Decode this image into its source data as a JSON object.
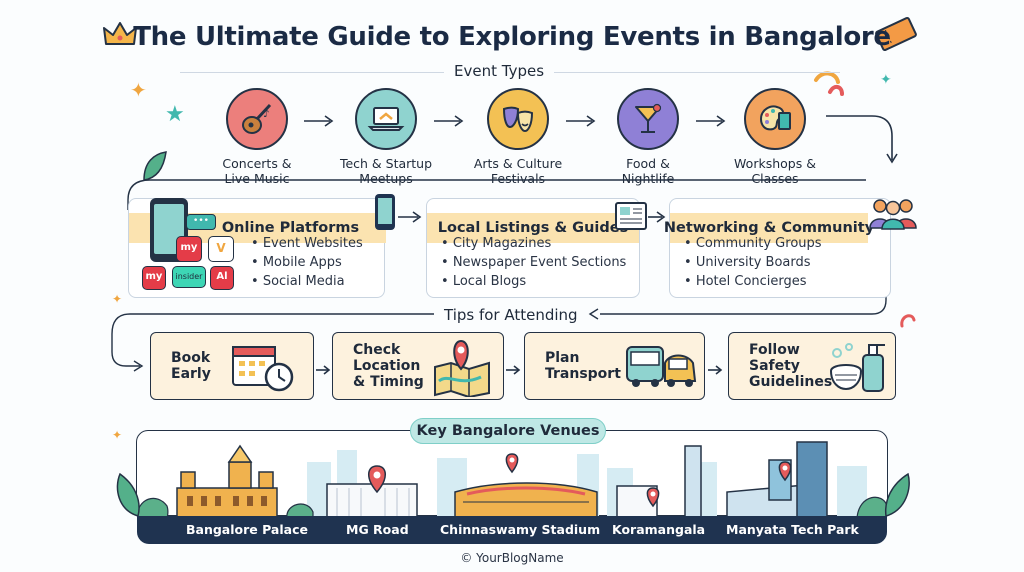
{
  "title": "The Ultimate Guide to Exploring Events in Bangalore",
  "event_types": {
    "heading": "Event Types",
    "items": [
      {
        "label": "Concerts & Live Music",
        "icon": "guitar-icon",
        "color": "#ec7f7c"
      },
      {
        "label": "Tech & Startup Meetups",
        "icon": "laptop-handshake-icon",
        "color": "#8fd3cf"
      },
      {
        "label": "Arts & Culture Festivals",
        "icon": "theatre-masks-icon",
        "color": "#f3c154"
      },
      {
        "label": "Food & Nightlife",
        "icon": "cocktail-icon",
        "color": "#8f80d6"
      },
      {
        "label": "Workshops & Classes",
        "icon": "palette-book-icon",
        "color": "#f2a35e"
      }
    ]
  },
  "sources": [
    {
      "heading": "Online Platforms",
      "icon": "smartphone-icon",
      "items": [
        "Event Websites",
        "Mobile Apps",
        "Social Media"
      ],
      "app_tiles": [
        {
          "text": "my",
          "color": "#e43c48"
        },
        {
          "text": "V",
          "color": "#ffffff"
        },
        {
          "text": "insider",
          "color": "#3dd6b5"
        },
        {
          "text": "my",
          "color": "#e43c48"
        },
        {
          "text": "Al",
          "color": "#e43c48"
        }
      ]
    },
    {
      "heading": "Local Listings & Guides",
      "icon": "newspaper-icon",
      "items": [
        "City Magazines",
        "Newspaper Event Sections",
        "Local Blogs"
      ]
    },
    {
      "heading": "Networking & Community",
      "icon": "people-group-icon",
      "items": [
        "Community Groups",
        "University Boards",
        "Hotel Concierges"
      ]
    }
  ],
  "tips": {
    "heading": "Tips for Attending",
    "items": [
      {
        "label": "Book\nEarly",
        "icon": "calendar-clock-icon"
      },
      {
        "label": "Check\nLocation\n& Timing",
        "icon": "map-pin-icon"
      },
      {
        "label": "Plan\nTransport",
        "icon": "bus-auto-icon"
      },
      {
        "label": "Follow\nSafety\nGuidelines",
        "icon": "mask-sanitizer-icon"
      }
    ]
  },
  "venues": {
    "heading": "Key Bangalore Venues",
    "items": [
      "Bangalore Palace",
      "MG Road",
      "Chinnaswamy Stadium",
      "Koramangala",
      "Manyata Tech Park"
    ]
  },
  "footer": "© YourBlogName",
  "colors": {
    "accent_yellow": "#fbe3b0",
    "tip_fill": "#fdf2de",
    "venue_bar": "#1f3350",
    "venue_pill": "#bfe8e5",
    "outline": "#243245"
  }
}
